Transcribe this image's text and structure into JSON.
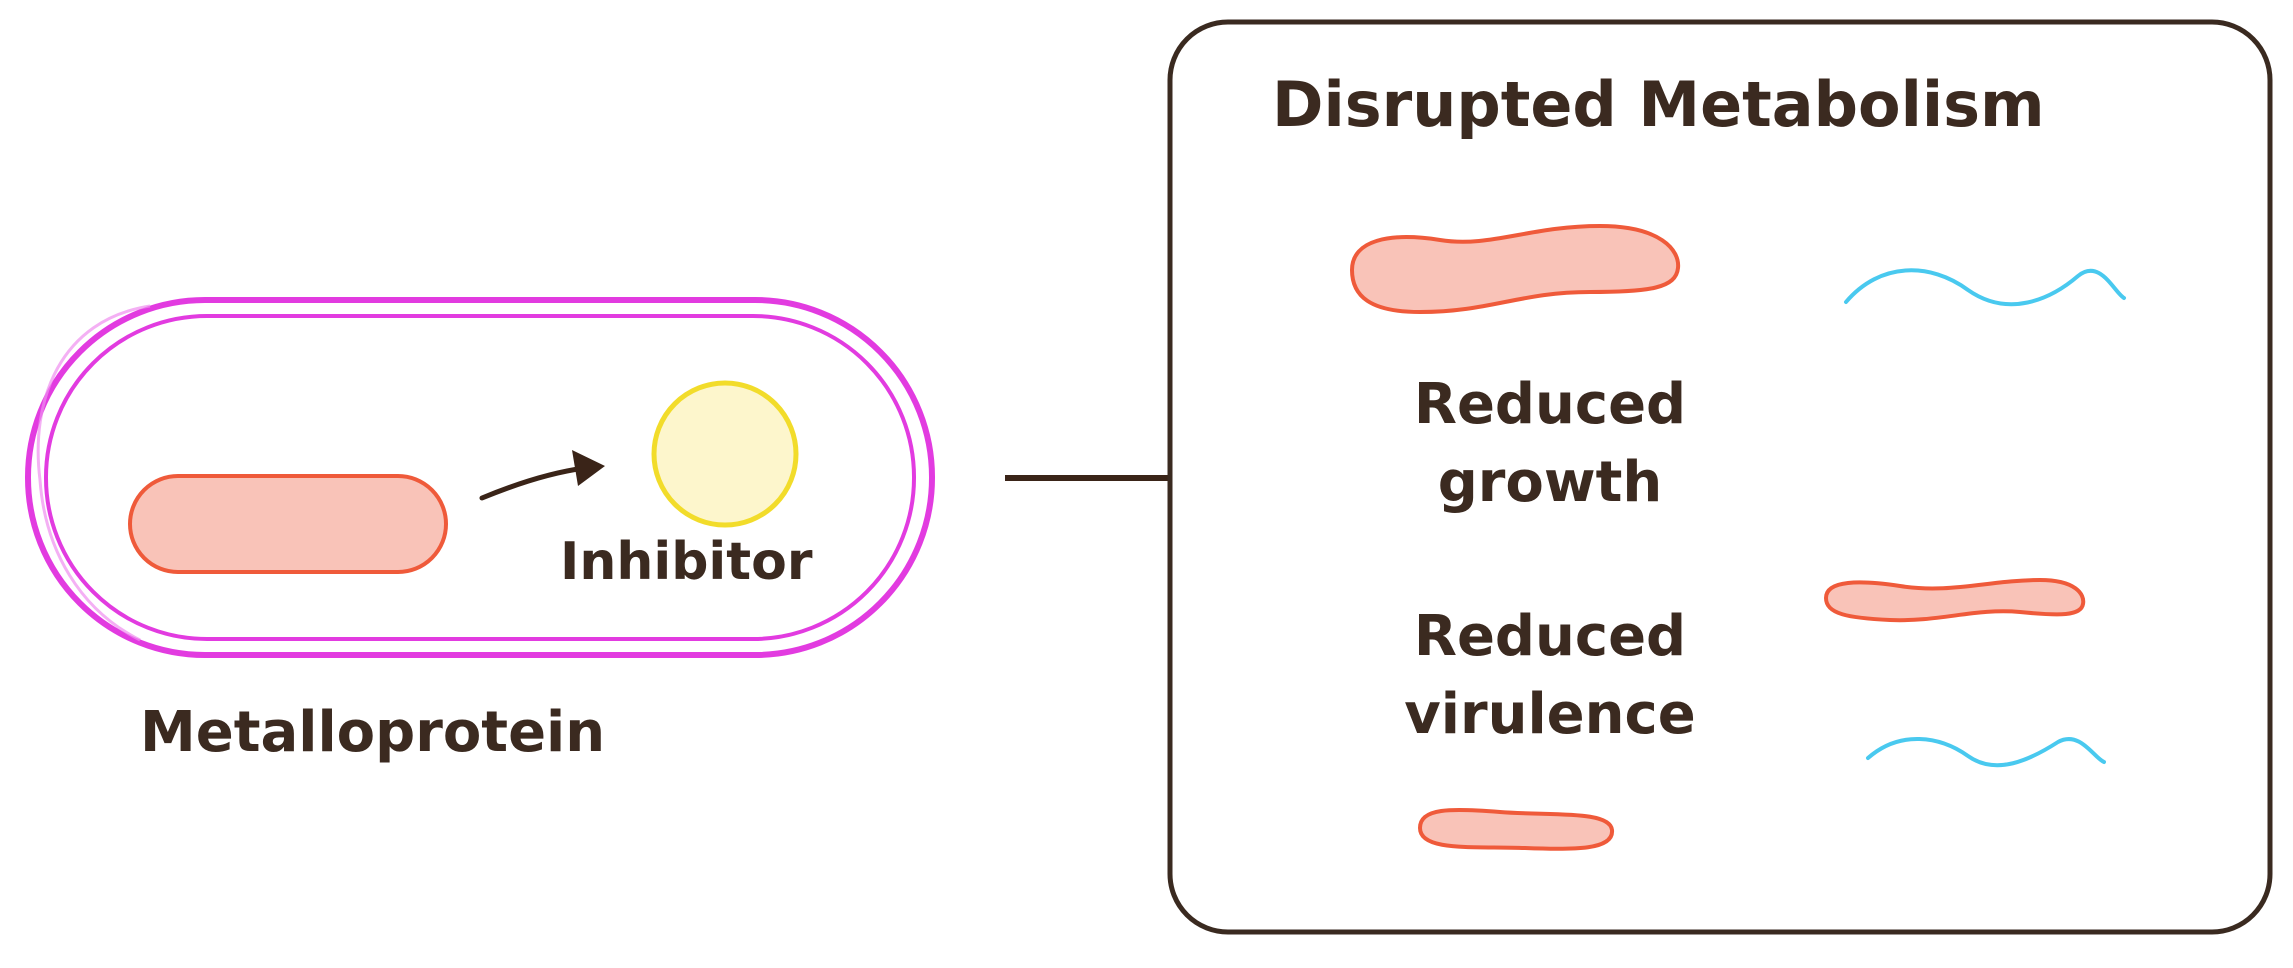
{
  "diagram": {
    "left": {
      "metalloprotein_label": "Metalloprotein",
      "inhibitor_label": "Inhibitor"
    },
    "right": {
      "title": "Disrupted Metabolism",
      "effect_growth": [
        "Reduced",
        "growth"
      ],
      "effect_virulence": [
        "Reduced",
        "virulence"
      ]
    }
  },
  "colors": {
    "cell_membrane": "#e23be0",
    "protein_fill": "#f9c3b8",
    "protein_stroke": "#ef5a3a",
    "inhibitor_fill": "#fdf6cc",
    "inhibitor_stroke": "#f2dc2a",
    "arrow": "#3a2418",
    "panel_stroke": "#3a2a20",
    "squiggle": "#49c9ef",
    "text": "#3b2a20"
  }
}
